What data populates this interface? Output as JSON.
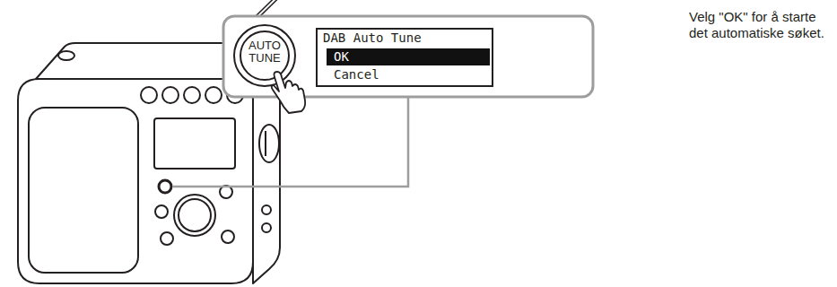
{
  "diagram": {
    "nodes": [
      {
        "text": [
          "AUTO TUNE"
        ]
      },
      {
        "text": [
          "DAB Auto Tune",
          "Cancel"
        ]
      },
      {
        "text": [
          "OK"
        ],
        "in": 1
      }
    ],
    "labels": [
      "Velg \"OK\" for å starte det automatiske søket."
    ]
  }
}
